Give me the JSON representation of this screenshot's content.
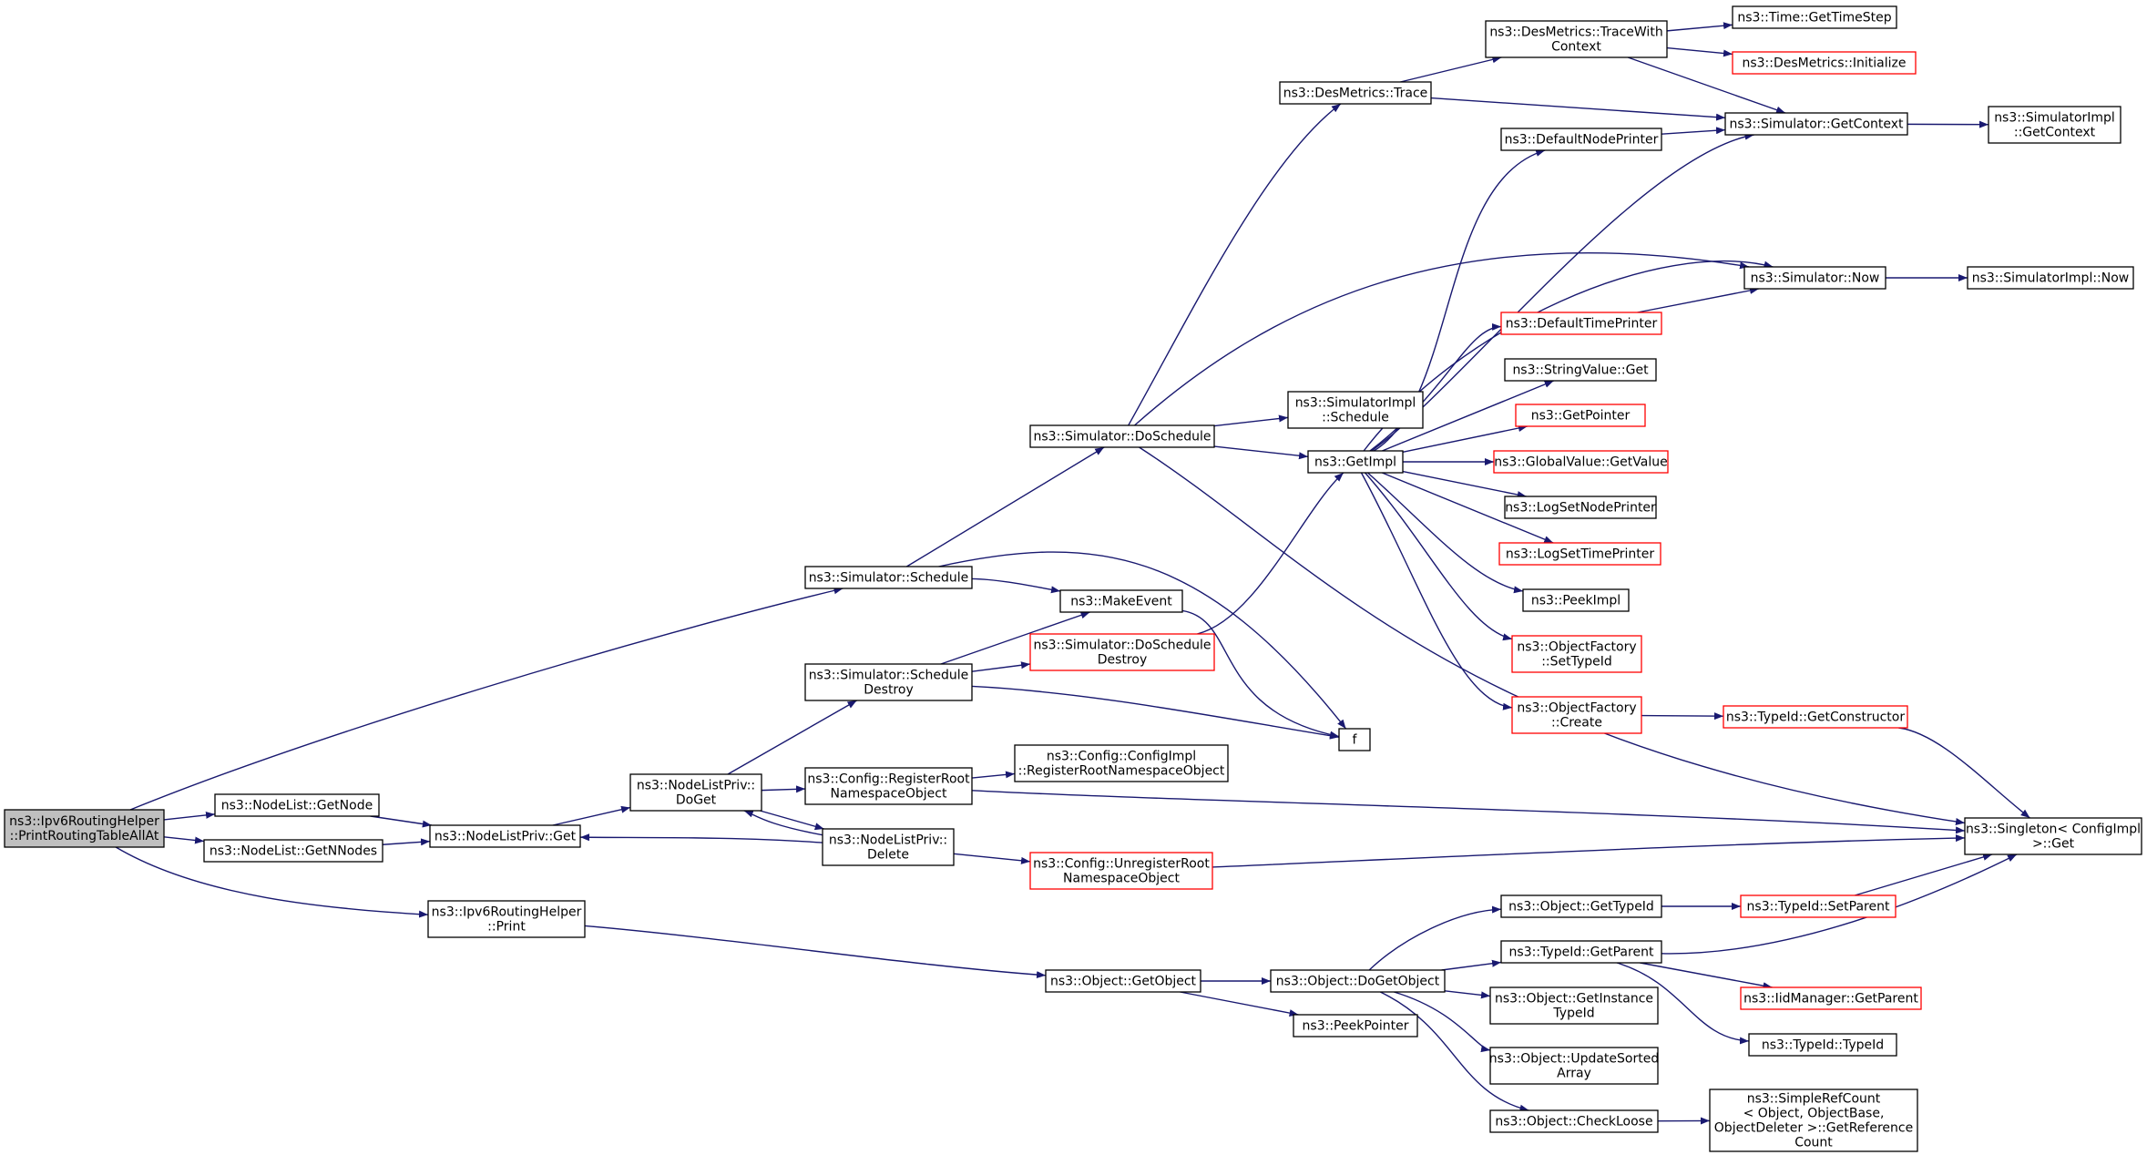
{
  "colors": {
    "edge": "#191970",
    "node_border": "#000000",
    "node_border_red": "#ff0000",
    "root_fill": "#bfbfbf",
    "node_fill": "#ffffff",
    "text": "#000000"
  },
  "nodes": [
    {
      "id": "root",
      "lines": [
        "ns3::Ipv6RoutingHelper",
        "::PrintRoutingTableAllAt"
      ],
      "style": "root"
    },
    {
      "id": "getnode",
      "lines": [
        "ns3::NodeList::GetNode"
      ],
      "style": "normal"
    },
    {
      "id": "getnnodes",
      "lines": [
        "ns3::NodeList::GetNNodes"
      ],
      "style": "normal"
    },
    {
      "id": "nlpget",
      "lines": [
        "ns3::NodeListPriv::Get"
      ],
      "style": "normal"
    },
    {
      "id": "nlpdoget",
      "lines": [
        "ns3::NodeListPriv::",
        "DoGet"
      ],
      "style": "normal"
    },
    {
      "id": "nlpdelete",
      "lines": [
        "ns3::NodeListPriv::",
        "Delete"
      ],
      "style": "normal"
    },
    {
      "id": "simschedule",
      "lines": [
        "ns3::Simulator::Schedule"
      ],
      "style": "normal"
    },
    {
      "id": "simschedestroy",
      "lines": [
        "ns3::Simulator::Schedule",
        "Destroy"
      ],
      "style": "normal"
    },
    {
      "id": "regroot",
      "lines": [
        "ns3::Config::RegisterRoot",
        "NamespaceObject"
      ],
      "style": "normal"
    },
    {
      "id": "unregroot",
      "lines": [
        "ns3::Config::UnregisterRoot",
        "NamespaceObject"
      ],
      "style": "red"
    },
    {
      "id": "cfgimplreg",
      "lines": [
        "ns3::Config::ConfigImpl",
        "::RegisterRootNamespaceObject"
      ],
      "style": "normal"
    },
    {
      "id": "ipv6print",
      "lines": [
        "ns3::Ipv6RoutingHelper",
        "::Print"
      ],
      "style": "normal"
    },
    {
      "id": "simdoschedule",
      "lines": [
        "ns3::Simulator::DoSchedule"
      ],
      "style": "normal"
    },
    {
      "id": "makeevent",
      "lines": [
        "ns3::MakeEvent"
      ],
      "style": "normal"
    },
    {
      "id": "simdoschedestroy",
      "lines": [
        "ns3::Simulator::DoSchedule",
        "Destroy"
      ],
      "style": "red"
    },
    {
      "id": "f",
      "lines": [
        "f"
      ],
      "style": "normal"
    },
    {
      "id": "desmtrace",
      "lines": [
        "ns3::DesMetrics::Trace"
      ],
      "style": "normal"
    },
    {
      "id": "desmtracewith",
      "lines": [
        "ns3::DesMetrics::TraceWith",
        "Context"
      ],
      "style": "normal"
    },
    {
      "id": "timegetstep",
      "lines": [
        "ns3::Time::GetTimeStep"
      ],
      "style": "normal"
    },
    {
      "id": "desminit",
      "lines": [
        "ns3::DesMetrics::Initialize"
      ],
      "style": "red"
    },
    {
      "id": "simgetctx",
      "lines": [
        "ns3::Simulator::GetContext"
      ],
      "style": "normal"
    },
    {
      "id": "simimplgetctx",
      "lines": [
        "ns3::SimulatorImpl",
        "::GetContext"
      ],
      "style": "normal"
    },
    {
      "id": "defnodeprinter",
      "lines": [
        "ns3::DefaultNodePrinter"
      ],
      "style": "normal"
    },
    {
      "id": "simnow",
      "lines": [
        "ns3::Simulator::Now"
      ],
      "style": "normal"
    },
    {
      "id": "simimplnow",
      "lines": [
        "ns3::SimulatorImpl::Now"
      ],
      "style": "normal"
    },
    {
      "id": "deftimeprinter",
      "lines": [
        "ns3::DefaultTimePrinter"
      ],
      "style": "red"
    },
    {
      "id": "strvalget",
      "lines": [
        "ns3::StringValue::Get"
      ],
      "style": "normal"
    },
    {
      "id": "getpointer",
      "lines": [
        "ns3::GetPointer"
      ],
      "style": "red"
    },
    {
      "id": "gvgetvalue",
      "lines": [
        "ns3::GlobalValue::GetValue"
      ],
      "style": "red"
    },
    {
      "id": "logsetnode",
      "lines": [
        "ns3::LogSetNodePrinter"
      ],
      "style": "normal"
    },
    {
      "id": "logsettime",
      "lines": [
        "ns3::LogSetTimePrinter"
      ],
      "style": "red"
    },
    {
      "id": "peekimpl",
      "lines": [
        "ns3::PeekImpl"
      ],
      "style": "normal"
    },
    {
      "id": "ofsettypeid",
      "lines": [
        "ns3::ObjectFactory",
        "::SetTypeId"
      ],
      "style": "red"
    },
    {
      "id": "ofcreate",
      "lines": [
        "ns3::ObjectFactory",
        "::Create"
      ],
      "style": "red"
    },
    {
      "id": "typeidgetctor",
      "lines": [
        "ns3::TypeId::GetConstructor"
      ],
      "style": "red"
    },
    {
      "id": "simimplschedule",
      "lines": [
        "ns3::SimulatorImpl",
        "::Schedule"
      ],
      "style": "normal"
    },
    {
      "id": "getimpl",
      "lines": [
        "ns3::GetImpl"
      ],
      "style": "normal"
    },
    {
      "id": "singleton",
      "lines": [
        "ns3::Singleton< ConfigImpl",
        ">::Get"
      ],
      "style": "normal"
    },
    {
      "id": "objgetobject",
      "lines": [
        "ns3::Object::GetObject"
      ],
      "style": "normal"
    },
    {
      "id": "objdogetobject",
      "lines": [
        "ns3::Object::DoGetObject"
      ],
      "style": "normal"
    },
    {
      "id": "peekpointer",
      "lines": [
        "ns3::PeekPointer"
      ],
      "style": "normal"
    },
    {
      "id": "objgettypeid",
      "lines": [
        "ns3::Object::GetTypeId"
      ],
      "style": "normal"
    },
    {
      "id": "typeidsetparent",
      "lines": [
        "ns3::TypeId::SetParent"
      ],
      "style": "red"
    },
    {
      "id": "typeidgetparent",
      "lines": [
        "ns3::TypeId::GetParent"
      ],
      "style": "normal"
    },
    {
      "id": "iidgetparent",
      "lines": [
        "ns3::IidManager::GetParent"
      ],
      "style": "red"
    },
    {
      "id": "typeidtypeid",
      "lines": [
        "ns3::TypeId::TypeId"
      ],
      "style": "normal"
    },
    {
      "id": "objgetinst",
      "lines": [
        "ns3::Object::GetInstance",
        "TypeId"
      ],
      "style": "normal"
    },
    {
      "id": "objupdsorted",
      "lines": [
        "ns3::Object::UpdateSorted",
        "Array"
      ],
      "style": "normal"
    },
    {
      "id": "objcheckloose",
      "lines": [
        "ns3::Object::CheckLoose"
      ],
      "style": "normal"
    },
    {
      "id": "simplerefcount",
      "lines": [
        "ns3::SimpleRefCount",
        "< Object, ObjectBase,",
        "ObjectDeleter >::GetReference",
        "Count"
      ],
      "style": "normal"
    }
  ],
  "edges": [
    [
      "root",
      "simschedule"
    ],
    [
      "root",
      "getnode"
    ],
    [
      "root",
      "getnnodes"
    ],
    [
      "root",
      "ipv6print"
    ],
    [
      "getnode",
      "nlpget"
    ],
    [
      "getnnodes",
      "nlpget"
    ],
    [
      "nlpget",
      "nlpdoget"
    ],
    [
      "nlpdoget",
      "simschedestroy"
    ],
    [
      "nlpdoget",
      "regroot"
    ],
    [
      "nlpdoget",
      "nlpdelete"
    ],
    [
      "nlpdelete",
      "nlpdoget"
    ],
    [
      "nlpdelete",
      "nlpget"
    ],
    [
      "nlpdelete",
      "unregroot"
    ],
    [
      "simschedule",
      "simdoschedule"
    ],
    [
      "simschedule",
      "makeevent"
    ],
    [
      "simschedule",
      "f"
    ],
    [
      "simschedestroy",
      "makeevent"
    ],
    [
      "simschedestroy",
      "simdoschedestroy"
    ],
    [
      "simschedestroy",
      "f"
    ],
    [
      "regroot",
      "cfgimplreg"
    ],
    [
      "regroot",
      "singleton"
    ],
    [
      "unregroot",
      "singleton"
    ],
    [
      "makeevent",
      "f"
    ],
    [
      "simdoschedestroy",
      "getimpl"
    ],
    [
      "simdoschedule",
      "desmtrace"
    ],
    [
      "simdoschedule",
      "simnow"
    ],
    [
      "simdoschedule",
      "simimplschedule"
    ],
    [
      "simdoschedule",
      "getimpl"
    ],
    [
      "simdoschedule",
      "singleton"
    ],
    [
      "desmtrace",
      "desmtracewith"
    ],
    [
      "desmtrace",
      "simgetctx"
    ],
    [
      "desmtracewith",
      "timegetstep"
    ],
    [
      "desmtracewith",
      "desminit"
    ],
    [
      "desmtracewith",
      "simgetctx"
    ],
    [
      "simgetctx",
      "simimplgetctx"
    ],
    [
      "defnodeprinter",
      "simgetctx"
    ],
    [
      "simnow",
      "simimplnow"
    ],
    [
      "deftimeprinter",
      "simnow"
    ],
    [
      "getimpl",
      "defnodeprinter"
    ],
    [
      "getimpl",
      "simgetctx"
    ],
    [
      "getimpl",
      "simnow"
    ],
    [
      "getimpl",
      "deftimeprinter"
    ],
    [
      "getimpl",
      "strvalget"
    ],
    [
      "getimpl",
      "getpointer"
    ],
    [
      "getimpl",
      "gvgetvalue"
    ],
    [
      "getimpl",
      "logsetnode"
    ],
    [
      "getimpl",
      "logsettime"
    ],
    [
      "getimpl",
      "peekimpl"
    ],
    [
      "getimpl",
      "ofsettypeid"
    ],
    [
      "getimpl",
      "ofcreate"
    ],
    [
      "ofcreate",
      "typeidgetctor"
    ],
    [
      "typeidgetctor",
      "singleton"
    ],
    [
      "ipv6print",
      "objgetobject"
    ],
    [
      "objgetobject",
      "objdogetobject"
    ],
    [
      "objgetobject",
      "peekpointer"
    ],
    [
      "objdogetobject",
      "objgettypeid"
    ],
    [
      "objdogetobject",
      "typeidgetparent"
    ],
    [
      "objdogetobject",
      "objgetinst"
    ],
    [
      "objdogetobject",
      "objupdsorted"
    ],
    [
      "objdogetobject",
      "objcheckloose"
    ],
    [
      "objgettypeid",
      "typeidsetparent"
    ],
    [
      "typeidsetparent",
      "singleton"
    ],
    [
      "typeidgetparent",
      "iidgetparent"
    ],
    [
      "typeidgetparent",
      "typeidtypeid"
    ],
    [
      "typeidgetparent",
      "singleton"
    ],
    [
      "objcheckloose",
      "simplerefcount"
    ]
  ]
}
